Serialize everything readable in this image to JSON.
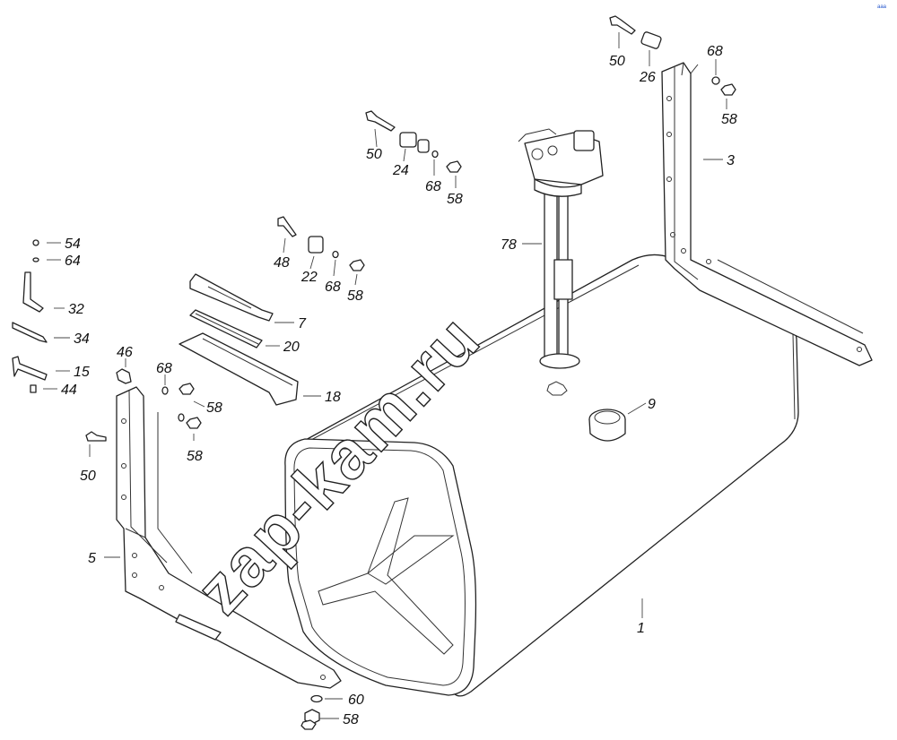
{
  "watermark": "zap-kam.ru",
  "corner_logo": "ааа",
  "callouts": [
    {
      "id": "c50a",
      "label": "50"
    },
    {
      "id": "c26",
      "label": "26"
    },
    {
      "id": "c68a",
      "label": "68"
    },
    {
      "id": "c58a",
      "label": "58"
    },
    {
      "id": "c3",
      "label": "3"
    },
    {
      "id": "c50b",
      "label": "50"
    },
    {
      "id": "c24",
      "label": "24"
    },
    {
      "id": "c68b",
      "label": "68"
    },
    {
      "id": "c58b",
      "label": "58"
    },
    {
      "id": "c78",
      "label": "78"
    },
    {
      "id": "c48",
      "label": "48"
    },
    {
      "id": "c22",
      "label": "22"
    },
    {
      "id": "c68c",
      "label": "68"
    },
    {
      "id": "c58c",
      "label": "58"
    },
    {
      "id": "c54",
      "label": "54"
    },
    {
      "id": "c64",
      "label": "64"
    },
    {
      "id": "c32",
      "label": "32"
    },
    {
      "id": "c34",
      "label": "34"
    },
    {
      "id": "c15",
      "label": "15"
    },
    {
      "id": "c44",
      "label": "44"
    },
    {
      "id": "c7",
      "label": "7"
    },
    {
      "id": "c20",
      "label": "20"
    },
    {
      "id": "c18",
      "label": "18"
    },
    {
      "id": "c46",
      "label": "46"
    },
    {
      "id": "c68d",
      "label": "68"
    },
    {
      "id": "c58d",
      "label": "58"
    },
    {
      "id": "c58e",
      "label": "58"
    },
    {
      "id": "c50c",
      "label": "50"
    },
    {
      "id": "c9",
      "label": "9"
    },
    {
      "id": "c5",
      "label": "5"
    },
    {
      "id": "c1",
      "label": "1"
    },
    {
      "id": "c60",
      "label": "60"
    },
    {
      "id": "c58f",
      "label": "58"
    }
  ]
}
